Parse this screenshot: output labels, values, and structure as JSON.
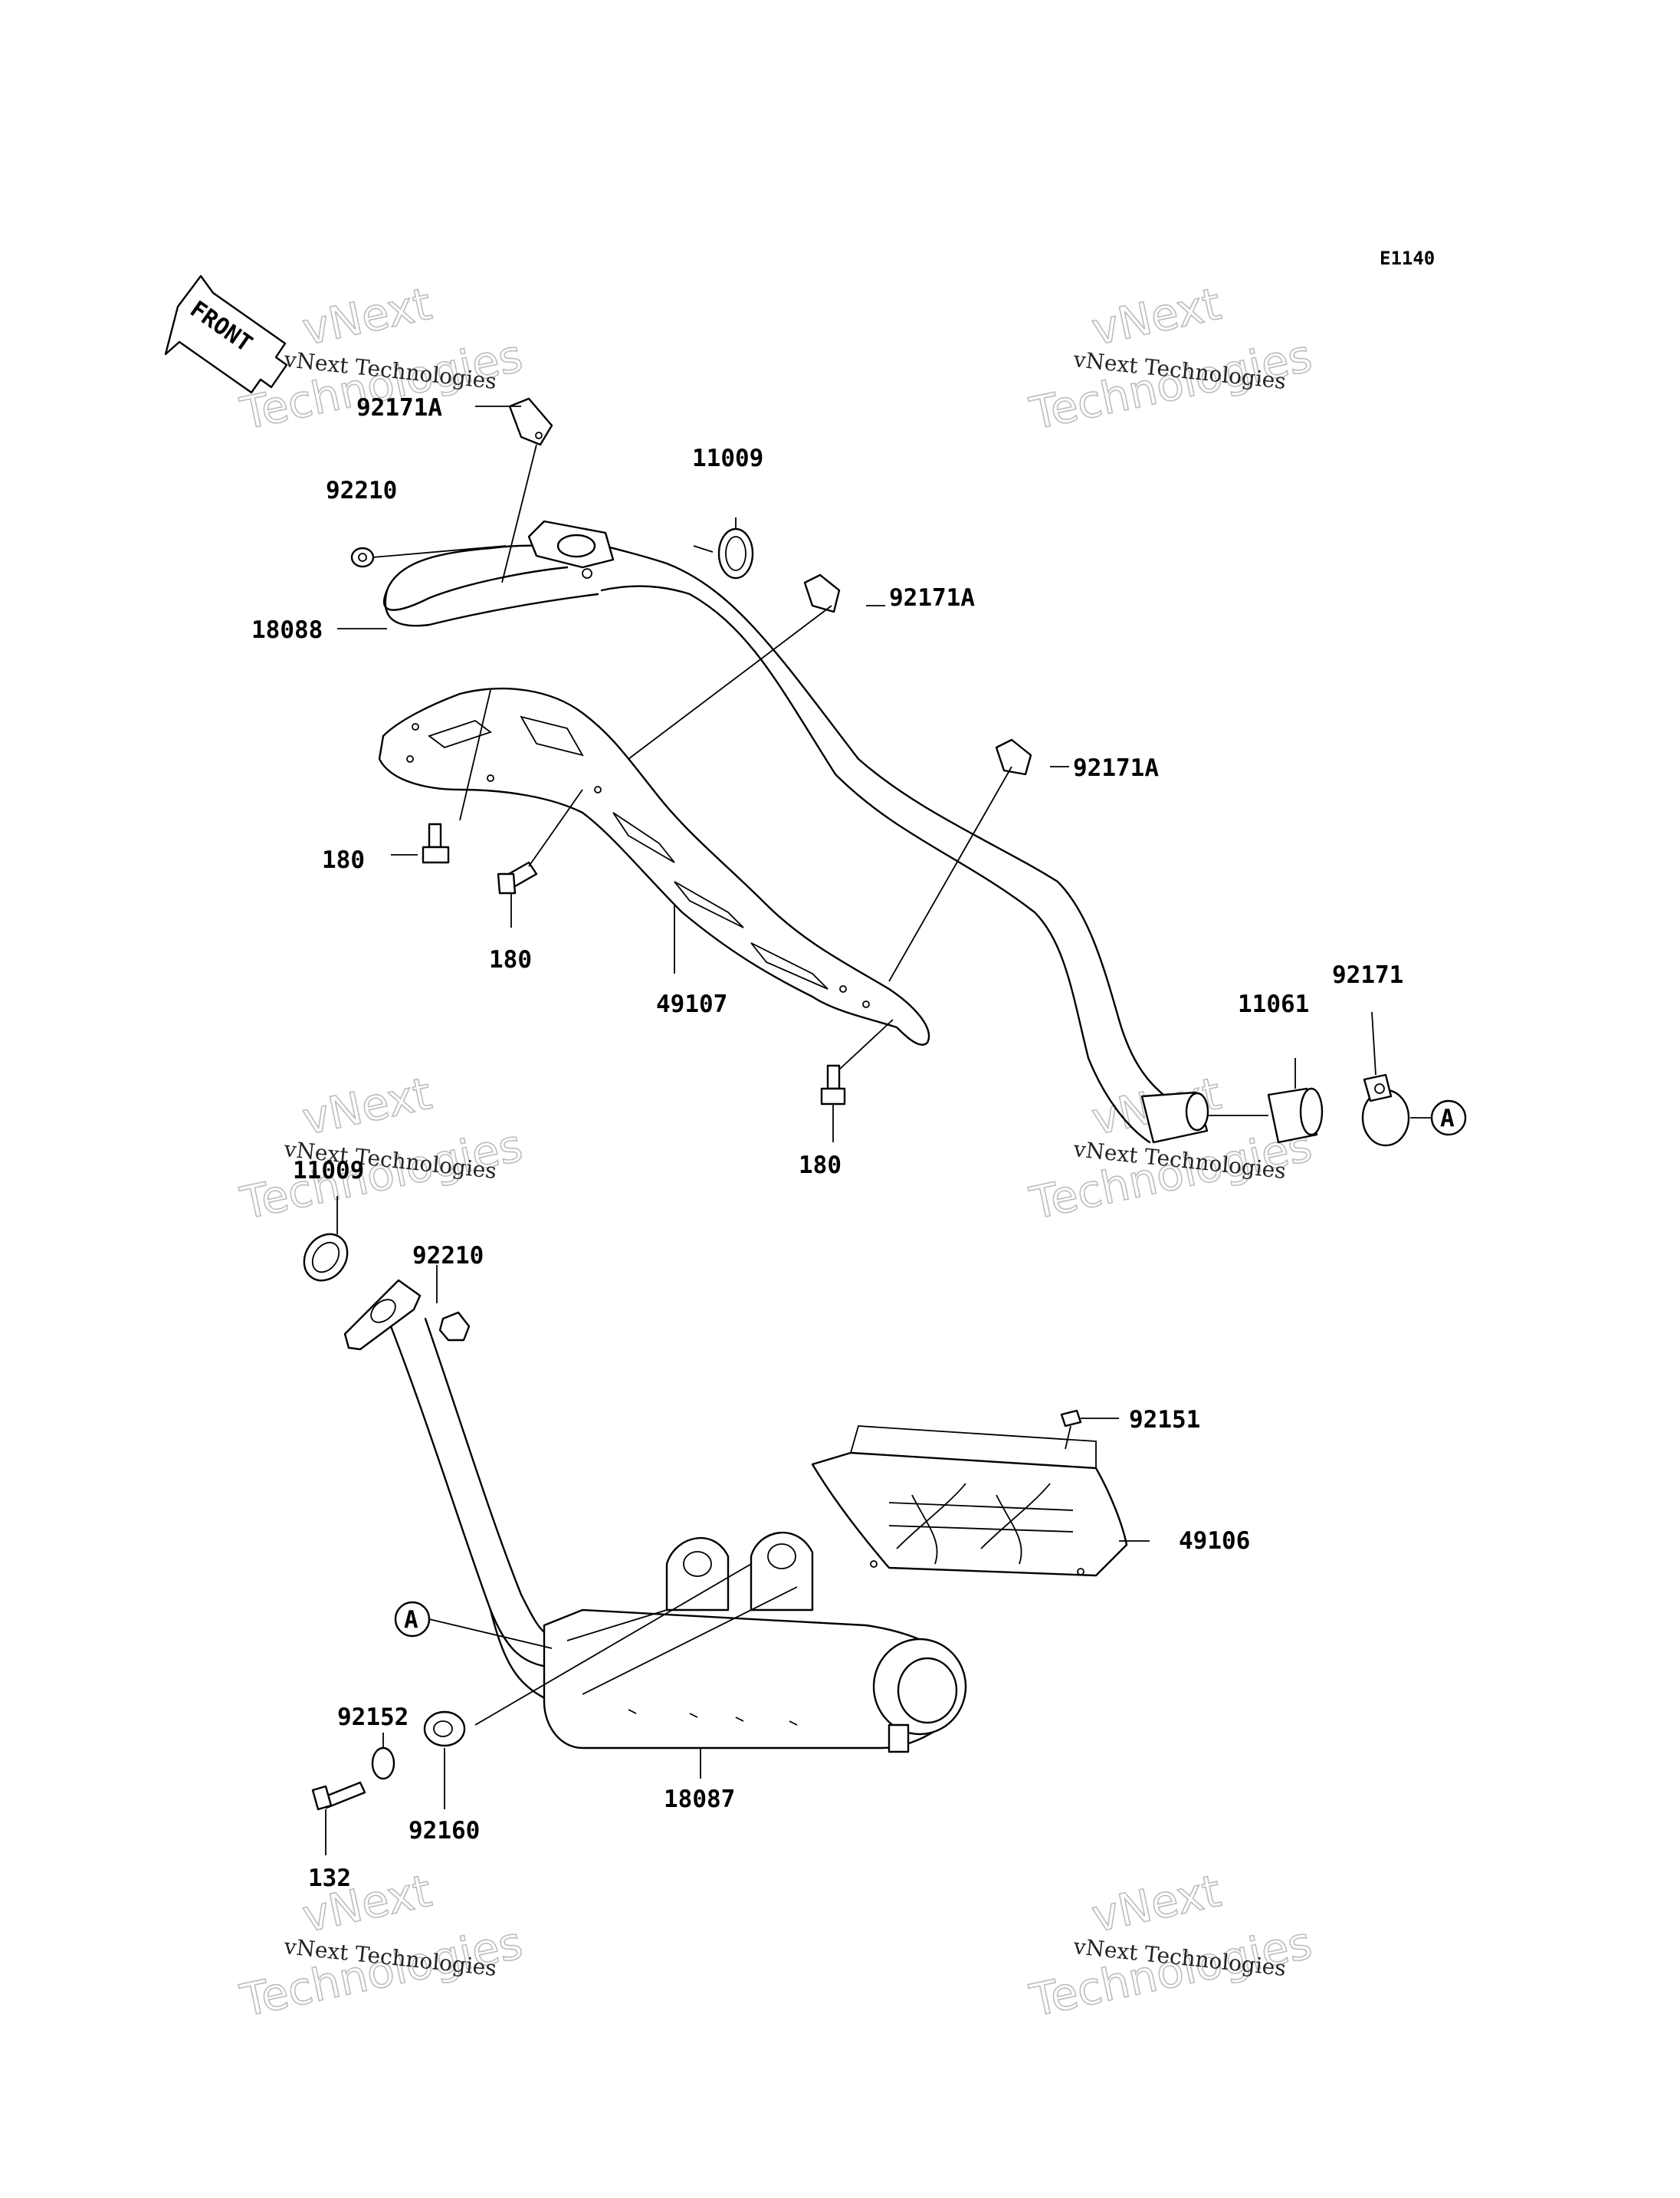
{
  "diagram_code": "E1140",
  "front_arrow": {
    "text": "FRONT"
  },
  "watermark": {
    "line1": "vNext Technologies",
    "line2": "vNext",
    "line3": "Technologies"
  },
  "callouts": [
    {
      "id": "p-92171a-1",
      "text": "92171A"
    },
    {
      "id": "p-92210-1",
      "text": "92210"
    },
    {
      "id": "p-11009-1",
      "text": "11009"
    },
    {
      "id": "p-92171a-2",
      "text": "92171A"
    },
    {
      "id": "p-18088",
      "text": "18088"
    },
    {
      "id": "p-92171a-3",
      "text": "92171A"
    },
    {
      "id": "p-180-1",
      "text": "180"
    },
    {
      "id": "p-180-2",
      "text": "180"
    },
    {
      "id": "p-49107",
      "text": "49107"
    },
    {
      "id": "p-92171",
      "text": "92171"
    },
    {
      "id": "p-11061",
      "text": "11061"
    },
    {
      "id": "p-180-3",
      "text": "180"
    },
    {
      "id": "p-11009-2",
      "text": "11009"
    },
    {
      "id": "p-92210-2",
      "text": "92210"
    },
    {
      "id": "p-92151",
      "text": "92151"
    },
    {
      "id": "p-49106",
      "text": "49106"
    },
    {
      "id": "p-92152",
      "text": "92152"
    },
    {
      "id": "p-92160",
      "text": "92160"
    },
    {
      "id": "p-18087",
      "text": "18087"
    },
    {
      "id": "p-132",
      "text": "132"
    }
  ],
  "connectors": [
    {
      "id": "conn-a-upper",
      "text": "A"
    },
    {
      "id": "conn-a-lower",
      "text": "A"
    }
  ]
}
